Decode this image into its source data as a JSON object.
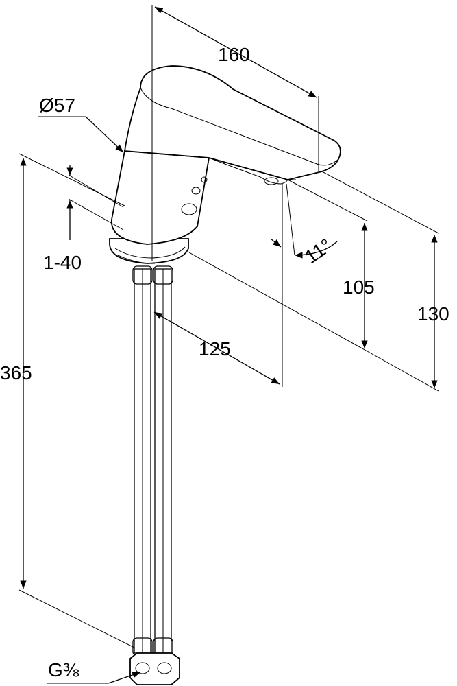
{
  "drawing": {
    "line_color": "#000000",
    "background": "#ffffff",
    "dimensions": {
      "spout_length": "160",
      "body_diameter": "Ø57",
      "deck_thickness": "1-40",
      "spout_height": "105",
      "overall_height": "130",
      "hose_length": "365",
      "reach": "125",
      "angle": "11°",
      "thread": "G⅜"
    }
  }
}
